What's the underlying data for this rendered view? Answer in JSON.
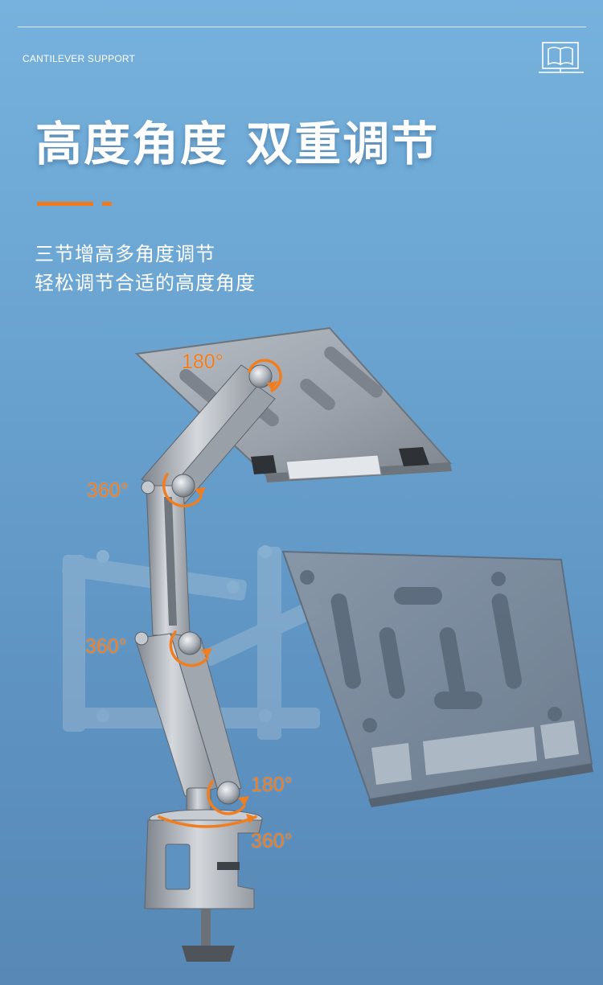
{
  "header": {
    "tag": "CANTILEVER SUPPORT",
    "icon": "book-icon"
  },
  "hero": {
    "title": "高度角度 双重调节",
    "subtitle_lines": [
      "三节增高多角度调节",
      "轻松调节合适的高度角度"
    ]
  },
  "angles": {
    "top_right": "180°",
    "upper_left": "360°",
    "middle_left": "360°",
    "lower_right": "180°",
    "base": "360°"
  },
  "colors": {
    "accent": "#ef7b1e",
    "angle_text": "#f07e20",
    "background_top": "#76b2dd",
    "background_bottom": "#5788b6"
  }
}
